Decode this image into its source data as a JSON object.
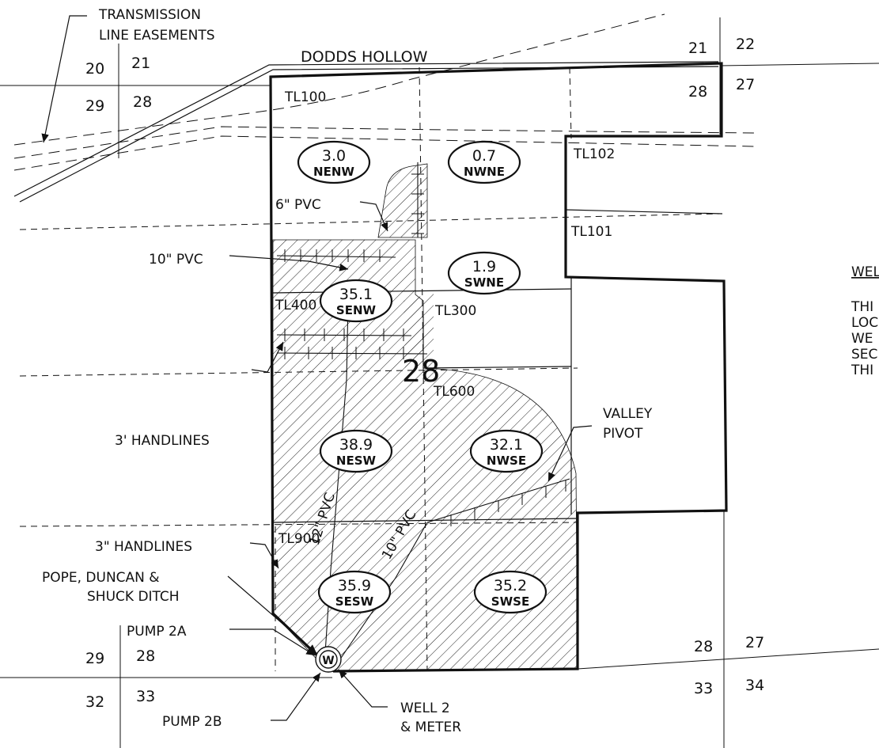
{
  "road": {
    "name": "DODDS HOLLOW"
  },
  "annotations": {
    "easement_line1": "TRANSMISSION",
    "easement_line2": "LINE EASEMENTS",
    "pvc6": "6\" PVC",
    "pvc10": "10\" PVC",
    "handlines3_upper": "3' HANDLINES",
    "handlines3_lower": "3\" HANDLINES",
    "ditch_line1": "POPE, DUNCAN &",
    "ditch_line2": "SHUCK DITCH",
    "pump2a": "PUMP 2A",
    "pump2b": "PUMP 2B",
    "well_line1": "WELL 2",
    "well_line2": "& METER",
    "pivot_line1": "VALLEY",
    "pivot_line2": "PIVOT",
    "pipe12": "12\" PVC",
    "pipe10b": "10\" PVC",
    "well_symbol": "W",
    "section_center": "28"
  },
  "section_numbers": {
    "nw_20": "20",
    "nw_21": "21",
    "nw_29": "29",
    "nw_28": "28",
    "ne_21": "21",
    "ne_22": "22",
    "ne_28": "28",
    "ne_27": "27",
    "sw_29": "29",
    "sw_28": "28",
    "sw_32": "32",
    "sw_33": "33",
    "se_28": "28",
    "se_27": "27",
    "se_33": "33",
    "se_34": "34"
  },
  "tax_lots": {
    "tl100": "TL100",
    "tl101": "TL101",
    "tl102": "TL102",
    "tl300": "TL300",
    "tl400": "TL400",
    "tl600": "TL600",
    "tl900": "TL900"
  },
  "acreage_labels": [
    {
      "acres": "3.0",
      "code": "NENW"
    },
    {
      "acres": "0.7",
      "code": "NWNE"
    },
    {
      "acres": "1.9",
      "code": "SWNE"
    },
    {
      "acres": "35.1",
      "code": "SENW"
    },
    {
      "acres": "38.9",
      "code": "NESW"
    },
    {
      "acres": "32.1",
      "code": "NWSE"
    },
    {
      "acres": "35.9",
      "code": "SESW"
    },
    {
      "acres": "35.2",
      "code": "SWSE"
    }
  ],
  "notes": {
    "heading": "WEL",
    "lines": [
      "THI",
      "LOC",
      "WE",
      "SEC",
      "THI"
    ]
  }
}
